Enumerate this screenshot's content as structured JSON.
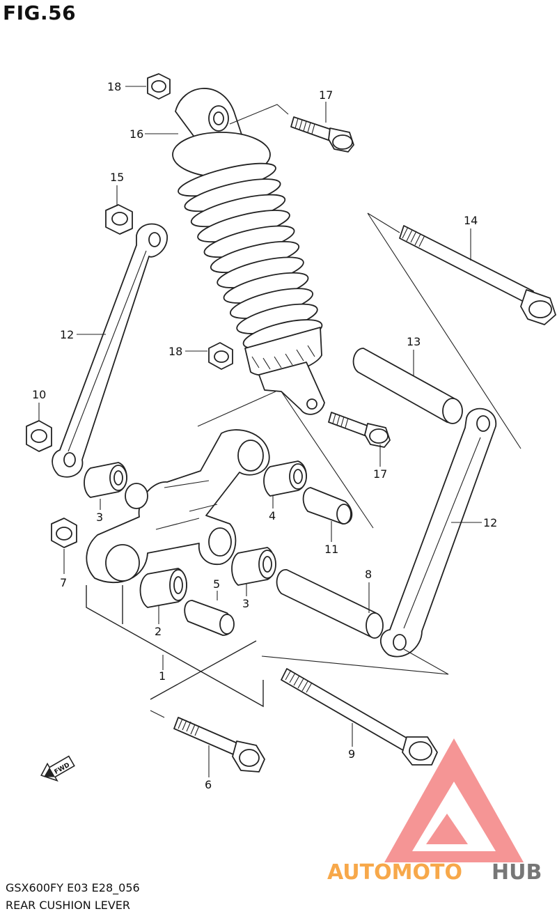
{
  "figure": {
    "title": "FIG.56",
    "model_code": "GSX600FY E03 E28_056",
    "name": "REAR CUSHION LEVER",
    "fwd_label": "FWD"
  },
  "watermark": {
    "brand_left": "AUTOMOTO",
    "brand_right": "HUB",
    "colors": {
      "triangle": "#f48a8a",
      "left": "#f7a84a",
      "right": "#777777"
    }
  },
  "callouts": [
    "18",
    "17",
    "16",
    "15",
    "14",
    "13",
    "12",
    "18",
    "10",
    "17",
    "3",
    "4",
    "11",
    "7",
    "5",
    "3",
    "8",
    "12",
    "2",
    "1",
    "9",
    "6"
  ]
}
